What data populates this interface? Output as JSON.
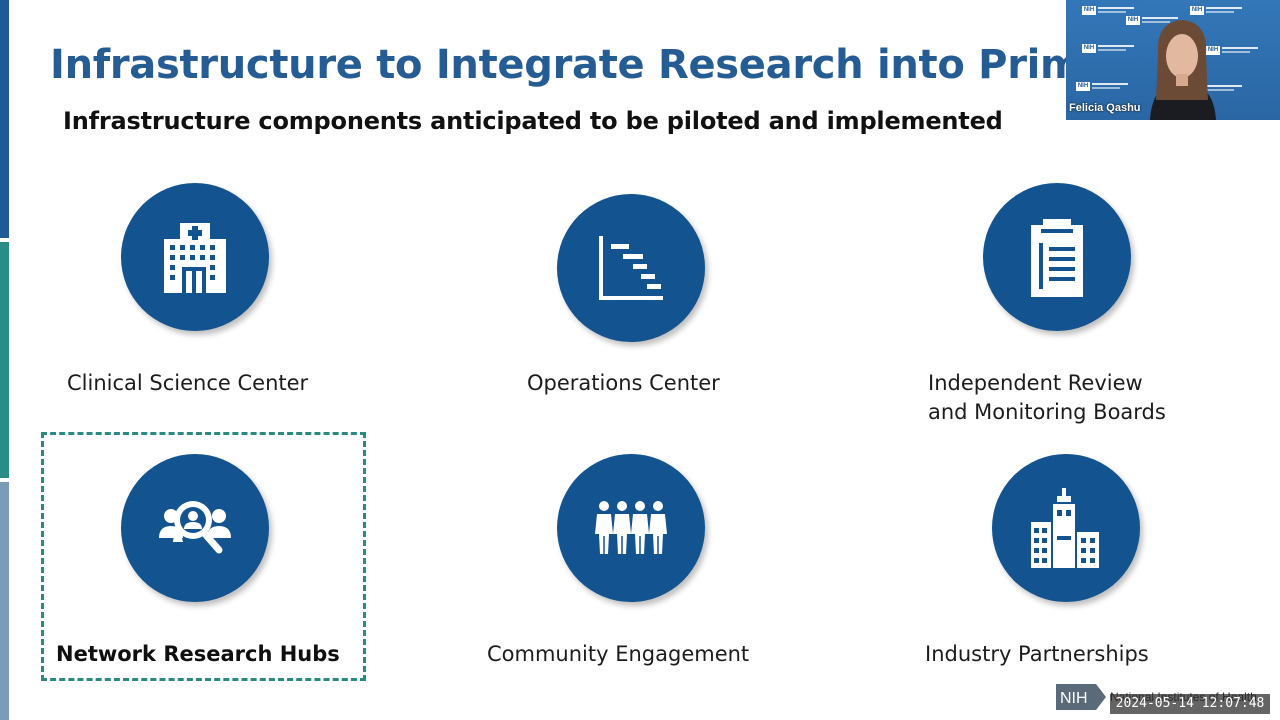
{
  "slide": {
    "title": "Infrastructure to Integrate Research into Primary Care",
    "subtitle": "Infrastructure components anticipated to be piloted and implemented"
  },
  "components": [
    {
      "label": "Clinical Science Center",
      "icon": "hospital-icon",
      "highlighted": false
    },
    {
      "label": "Operations Center",
      "icon": "gantt-chart-icon",
      "highlighted": false
    },
    {
      "label_line1": "Independent Review",
      "label_line2": "and Monitoring Boards",
      "icon": "clipboard-icon",
      "highlighted": false
    },
    {
      "label": "Network Research Hubs",
      "icon": "people-search-icon",
      "highlighted": true
    },
    {
      "label": "Community Engagement",
      "icon": "community-people-icon",
      "highlighted": false
    },
    {
      "label": "Industry Partnerships",
      "icon": "city-buildings-icon",
      "highlighted": false
    }
  ],
  "video_overlay": {
    "speaker_name": "Felicia Qashu"
  },
  "footer": {
    "logo_text": "NIH",
    "org_text": "National Institutes of Health",
    "timestamp": "2024-05-14 12:07:48"
  },
  "colors": {
    "title": "#255c93",
    "circle": "#13538f",
    "highlight_border": "#2a8a80",
    "accent_blue": "#1f5a96",
    "accent_teal": "#2a8c86"
  }
}
